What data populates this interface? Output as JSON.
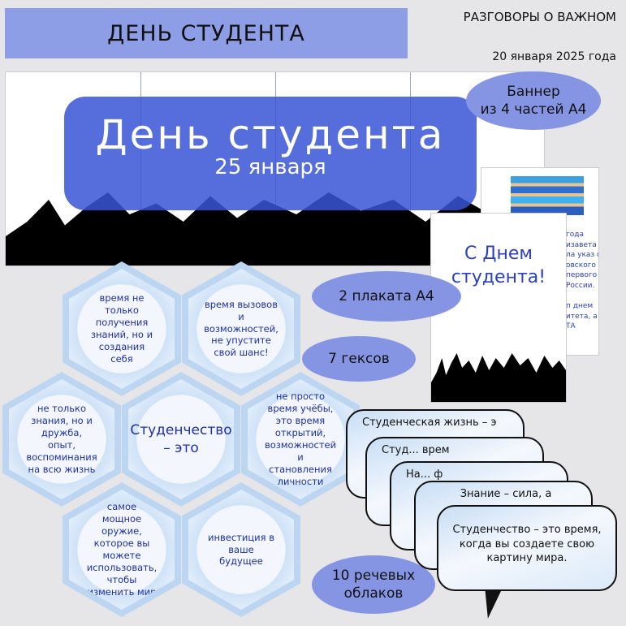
{
  "header": {
    "title": "ДЕНЬ СТУДЕНТА",
    "series": "РАЗГОВОРЫ О ВАЖНОМ",
    "date": "20 января 2025 года"
  },
  "banner": {
    "title": "День студента",
    "subtitle": "25 января"
  },
  "labels": {
    "banner": "Баннер\nиз 4 частей А4",
    "posters": "2 плаката А4",
    "hexes": "7 гексов",
    "bubbles": "10 речевых\nоблаков"
  },
  "poster_front": {
    "title": "С Днем\nстудента!"
  },
  "poster_back": {
    "lines": "года\nизавета\nла указ об\nовского\nпервого\nРоссии.\n\nп днем\nитета, а\nТА"
  },
  "hexes": [
    "время не только получения знаний, но и создания себя",
    "время вызовов и возможностей, не упустите свой шанс!",
    "не только знания, но и дружба, опыт, воспоминания на всю жизнь",
    "Студенчество – это",
    "не просто время учёбы, это время открытий, возможностей и становления личности",
    "самое мощное оружие, которое вы можете использовать, чтобы изменить мир",
    "инвестиция в ваше будущее"
  ],
  "bubbles": [
    "Студенческая жизнь – э",
    "Студ... врем",
    "На... ф",
    "Знание – сила, а",
    "Студенчество – это время, когда вы создаете свою картину мира."
  ]
}
